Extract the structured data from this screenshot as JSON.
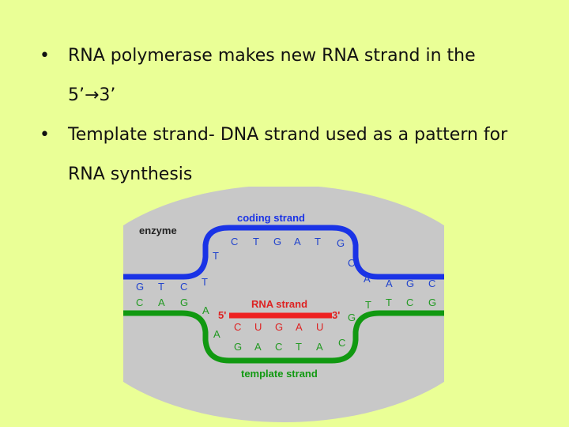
{
  "bullets": [
    {
      "line1": "RNA polymerase makes new RNA strand in the",
      "line2": "5’→3’"
    },
    {
      "line1": "Template strand- DNA strand used as a pattern for",
      "line2": "RNA synthesis"
    }
  ],
  "diagram": {
    "enzyme_label": "enzyme",
    "coding_label": "coding strand",
    "rna_label": "RNA strand",
    "template_label": "template strand",
    "five_prime": "5'",
    "three_prime": "3'",
    "coding_bases_left": [
      "G",
      "T",
      "C"
    ],
    "coding_bases_top": [
      "C",
      "T",
      "G",
      "A",
      "T"
    ],
    "coding_bases_right": [
      "A",
      "G",
      "C"
    ],
    "coding_ramp_left": [
      "T",
      "T"
    ],
    "coding_ramp_right": [
      "G",
      "C",
      "A"
    ],
    "template_bases_left": [
      "C",
      "A",
      "G"
    ],
    "template_ramp_left": [
      "A",
      "A"
    ],
    "rna_bases": [
      "C",
      "U",
      "G",
      "A",
      "U"
    ],
    "template_bases_bottom": [
      "G",
      "A",
      "C",
      "T",
      "A"
    ],
    "template_ramp_right": [
      "G",
      "C"
    ],
    "template_bases_right": [
      "T",
      "T",
      "C",
      "G"
    ],
    "colors": {
      "background": "#eaff96",
      "enzyme": "#c8c8c8",
      "coding": "#1a33e6",
      "template": "#119911",
      "rna": "#ee2222",
      "base_blue": "#2244cc",
      "base_green": "#229922",
      "base_red": "#dd2222"
    }
  }
}
